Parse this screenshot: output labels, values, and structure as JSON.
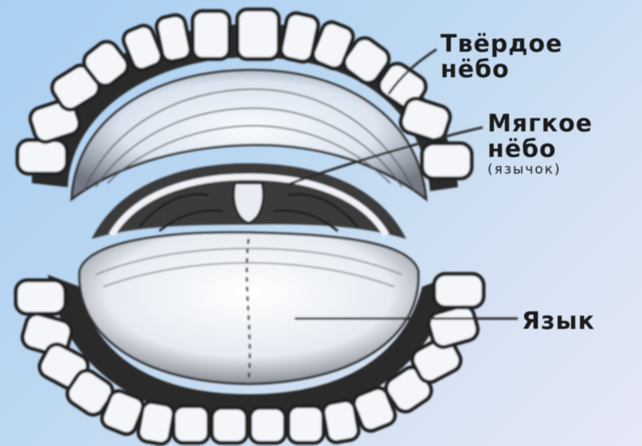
{
  "labels": {
    "hard_palate": [
      "Твёрдое",
      "нёбо"
    ],
    "soft_palate": [
      "Мягкое",
      "нёбо",
      "(язычок)"
    ],
    "tongue": "Язык"
  },
  "colors": {
    "background_start": "#a9cff3",
    "background_end": "#e6e8f6",
    "ink": "#1a1a1a"
  }
}
